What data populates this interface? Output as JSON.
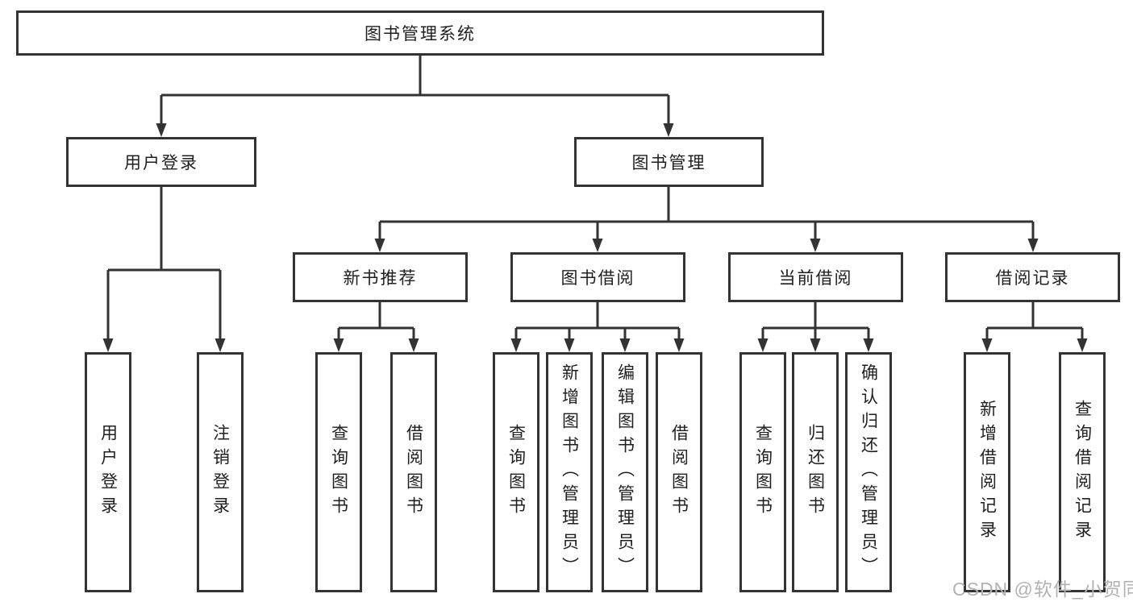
{
  "diagram": {
    "title": "图书管理系统",
    "branches": [
      {
        "label": "用户登录",
        "children": [
          {
            "label": "用户登录"
          },
          {
            "label": "注销登录"
          }
        ]
      },
      {
        "label": "图书管理",
        "children": [
          {
            "label": "新书推荐",
            "children": [
              {
                "label": "查询图书"
              },
              {
                "label": "借阅图书"
              }
            ]
          },
          {
            "label": "图书借阅",
            "children": [
              {
                "label": "查询图书"
              },
              {
                "label": "新增图书（管理员）"
              },
              {
                "label": "编辑图书（管理员）"
              },
              {
                "label": "借阅图书"
              }
            ]
          },
          {
            "label": "当前借阅",
            "children": [
              {
                "label": "查询图书"
              },
              {
                "label": "归还图书"
              },
              {
                "label": "确认归还（管理员）"
              }
            ]
          },
          {
            "label": "借阅记录",
            "children": [
              {
                "label": "新增借阅记录"
              },
              {
                "label": "查询借阅记录"
              }
            ]
          }
        ]
      }
    ]
  },
  "watermark": {
    "text": "CSDN @软件_小贺同学"
  },
  "colors": {
    "line": "#333333",
    "box_border": "#333333",
    "text": "#1f1f1f",
    "watermark": "#b2b2b2",
    "background": "#ffffff"
  }
}
